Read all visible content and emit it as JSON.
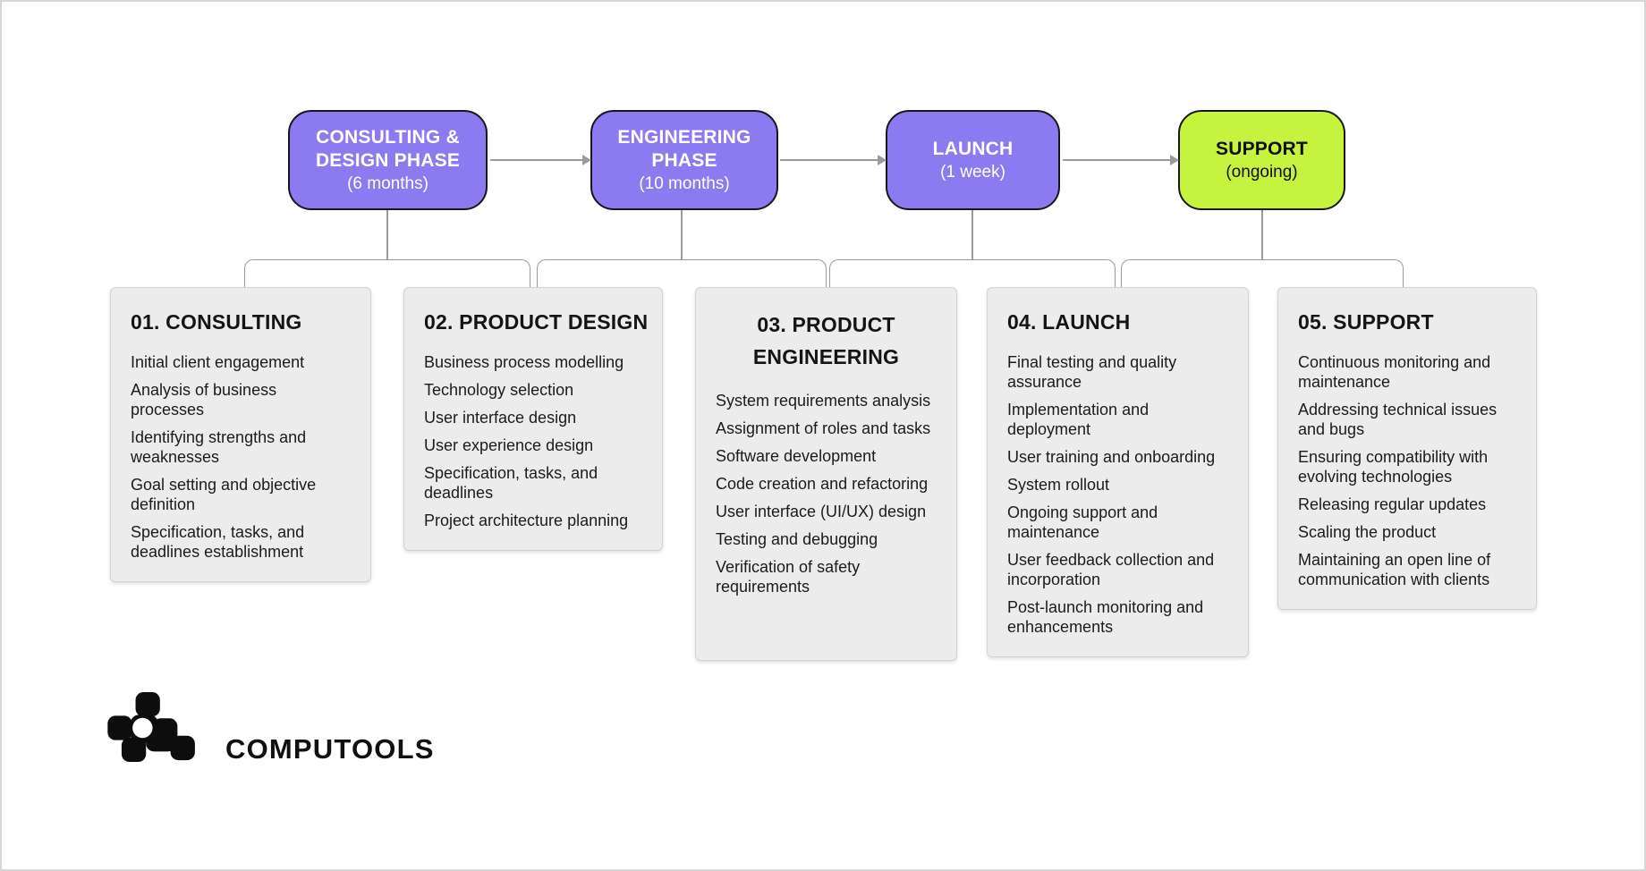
{
  "diagram": {
    "phases": [
      {
        "title": "CONSULTING & DESIGN PHASE",
        "duration": "(6 months)"
      },
      {
        "title": "ENGINEERING PHASE",
        "duration": "(10 months)"
      },
      {
        "title": "LAUNCH",
        "duration": "(1 week)"
      },
      {
        "title": "SUPPORT",
        "duration": "(ongoing)"
      }
    ],
    "cards": [
      {
        "heading": "01. CONSULTING",
        "items": [
          "Initial client engagement",
          "Analysis of business processes",
          "Identifying strengths and weaknesses",
          "Goal setting and objective definition",
          "Specification, tasks, and deadlines establishment"
        ]
      },
      {
        "heading": "02. PRODUCT DESIGN",
        "items": [
          "Business process modelling",
          "Technology selection",
          "User interface design",
          "User experience design",
          "Specification, tasks, and deadlines",
          "Project architecture planning"
        ]
      },
      {
        "heading": "03. PRODUCT ENGINEERING",
        "items": [
          "System requirements analysis",
          "Assignment of roles and tasks",
          "Software development",
          "Code creation and refactoring",
          "User interface (UI/UX) design",
          "Testing and debugging",
          "Verification of safety requirements"
        ]
      },
      {
        "heading": "04. LAUNCH",
        "items": [
          "Final testing and quality assurance",
          "Implementation and deployment",
          "User training and onboarding",
          "System rollout",
          "Ongoing support and maintenance",
          "User feedback collection and incorporation",
          "Post-launch monitoring and enhancements"
        ]
      },
      {
        "heading": "05. SUPPORT",
        "items": [
          "Continuous monitoring and maintenance",
          "Addressing technical issues and bugs",
          "Ensuring compatibility with evolving technologies",
          "Releasing regular updates",
          "Scaling the product",
          "Maintaining an open line of communication with clients"
        ]
      }
    ]
  },
  "branding": {
    "company": "COMPUTOOLS"
  },
  "colors": {
    "phase_purple": "#8c7af1",
    "phase_lime": "#c6f43e",
    "box_border": "#17171a",
    "card_bg": "#ececec",
    "connector": "#9a9a9a"
  }
}
